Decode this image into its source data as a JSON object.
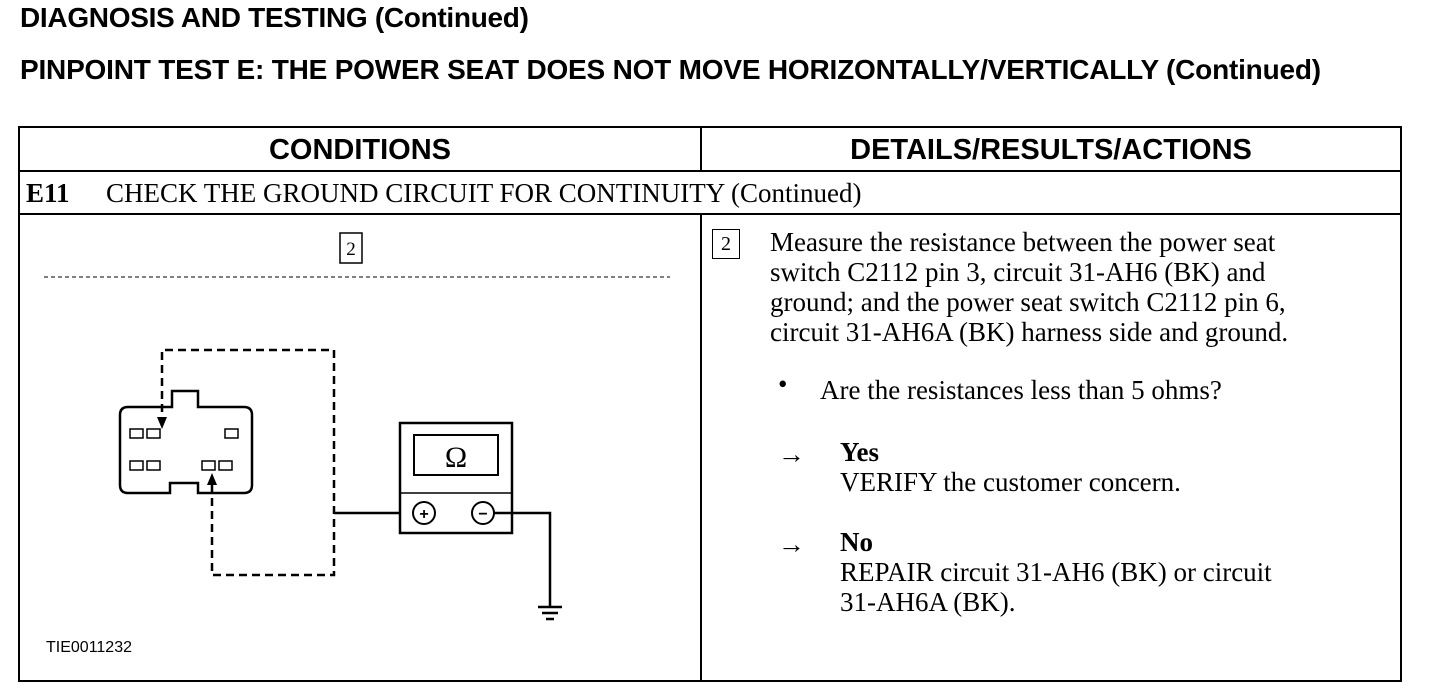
{
  "page_heading": "DIAGNOSIS AND TESTING (Continued)",
  "test_title": "PINPOINT TEST E: THE POWER SEAT DOES NOT MOVE HORIZONTALLY/VERTICALLY (Continued)",
  "table": {
    "col_conditions": "CONDITIONS",
    "col_details": "DETAILS/RESULTS/ACTIONS",
    "step_id": "E11",
    "step_title": "CHECK THE GROUND CIRCUIT FOR CONTINUITY (Continued)"
  },
  "diagram": {
    "step_marker": "2",
    "meter_symbol": "Ω",
    "plus_symbol": "+",
    "minus_symbol": "−",
    "figure_id": "TIE0011232"
  },
  "details": {
    "step_marker": "2",
    "instruction_lines": [
      "Measure the resistance between the power seat",
      "switch C2112 pin 3, circuit 31-AH6 (BK) and",
      "ground; and the power seat switch C2112 pin 6,",
      "circuit 31-AH6A (BK) harness side and ground."
    ],
    "bullet": "•",
    "question": "Are the resistances less than 5 ohms?",
    "arrow": "→",
    "answers": [
      {
        "label": "Yes",
        "lines": [
          "VERIFY the customer concern."
        ]
      },
      {
        "label": "No",
        "lines": [
          "REPAIR circuit 31-AH6 (BK) or circuit",
          "31-AH6A (BK)."
        ]
      }
    ]
  }
}
